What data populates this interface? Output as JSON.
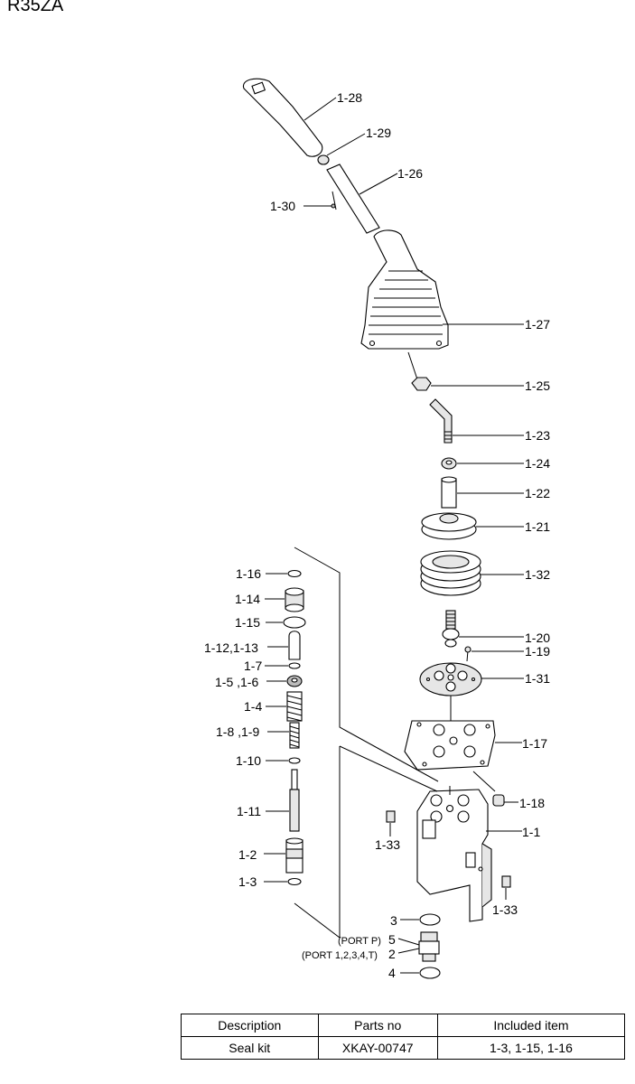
{
  "title": "R35ZA",
  "labels": {
    "p1_28": "1-28",
    "p1_29": "1-29",
    "p1_26": "1-26",
    "p1_30": "1-30",
    "p1_27": "1-27",
    "p1_25": "1-25",
    "p1_23": "1-23",
    "p1_24": "1-24",
    "p1_22": "1-22",
    "p1_21": "1-21",
    "p1_32": "1-32",
    "p1_20": "1-20",
    "p1_19": "1-19",
    "p1_31": "1-31",
    "p1_17": "1-17",
    "p1_18": "1-18",
    "p1_1": "1-1",
    "p1_33a": "1-33",
    "p1_33b": "1-33",
    "p1_16": "1-16",
    "p1_14": "1-14",
    "p1_15": "1-15",
    "p1_12_13": "1-12,1-13",
    "p1_7": "1-7",
    "p1_5_6": "1-5 ,1-6",
    "p1_4": "1-4",
    "p1_8_9": "1-8 ,1-9",
    "p1_10": "1-10",
    "p1_11": "1-11",
    "p1_2": "1-2",
    "p1_3": "1-3",
    "p3": "3",
    "p5": "5",
    "p2": "2",
    "p4": "4",
    "port_p": "(PORT P)",
    "port_1234t": "(PORT 1,2,3,4,T)"
  },
  "table": {
    "headers": [
      "Description",
      "Parts no",
      "Included item"
    ],
    "rows": [
      [
        "Seal kit",
        "XKAY-00747",
        "1-3, 1-15, 1-16"
      ]
    ]
  }
}
